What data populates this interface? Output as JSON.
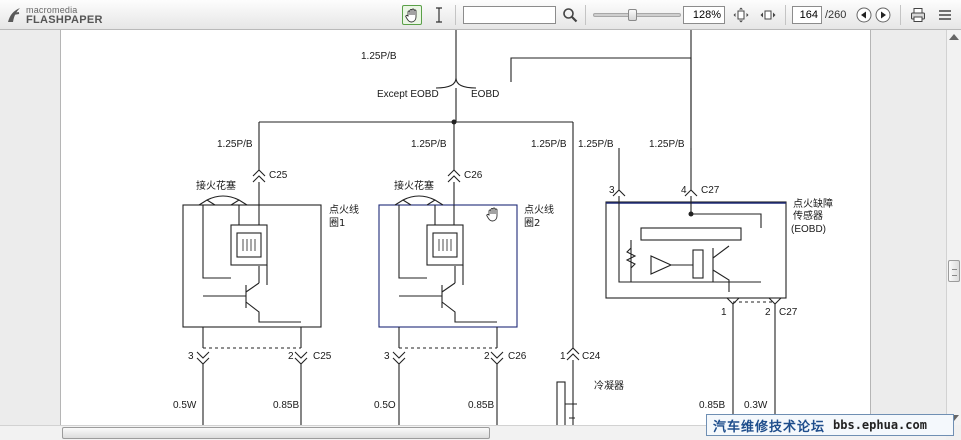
{
  "app": {
    "logo_line1": "macromedia",
    "logo_line2": "FLASHPAPER"
  },
  "toolbar": {
    "hand_tool": "hand-tool",
    "select_tool": "text-select-tool",
    "search_value": "",
    "zoom": "128%",
    "zoom_level": 0.44,
    "page_current": "164",
    "page_total": "/260"
  },
  "colors": {
    "accent_green": "#5aa048",
    "toolbar_bg": "#e6e6e6"
  },
  "diagram": {
    "top_wire": "1.25P/B",
    "except_eobd": "Except EOBD",
    "eobd": "EOBD",
    "w1": "1.25P/B",
    "w2": "1.25P/B",
    "w3": "1.25P/B",
    "w4": "1.25P/B",
    "w5": "1.25P/B",
    "c25_top": "C25",
    "c26_top": "C26",
    "spark1": "接火花塞",
    "spark2": "接火花塞",
    "coil1_a": "点火线",
    "coil1_b": "圈1",
    "coil2_a": "点火线",
    "coil2_b": "圈2",
    "pin_3a": "3",
    "pin_4": "4",
    "c27_top": "C27",
    "sensor_a": "点火缺障",
    "sensor_b": "传感器",
    "sensor_c": "(EOBD)",
    "pin_1a": "1",
    "pin_2a": "2",
    "c27_bot": "C27",
    "pin_3b": "3",
    "pin_2b": "2",
    "c25_bot": "C25",
    "pin_3c": "3",
    "pin_2c": "2",
    "c26_bot": "C26",
    "pin_1b": "1",
    "c24": "C24",
    "condenser": "冷凝器",
    "b1": "0.5W",
    "b2": "0.85B",
    "b3": "0.5O",
    "b4": "0.85B",
    "b5": "0.85B",
    "b6": "0.3W"
  },
  "watermark": {
    "cn": "汽车维修技术论坛",
    "url": "bbs.ephua.com"
  }
}
